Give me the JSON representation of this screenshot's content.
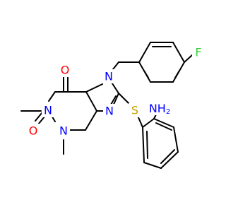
{
  "structure": {
    "atoms": [
      {
        "id": "O1",
        "text": "O",
        "color": "#ff0000"
      },
      {
        "id": "O2",
        "text": "O",
        "color": "#ff0000"
      },
      {
        "id": "N1",
        "text": "N",
        "color": "#0000ff"
      },
      {
        "id": "N3",
        "text": "N",
        "color": "#0000ff"
      },
      {
        "id": "N7",
        "text": "N",
        "color": "#0000ff"
      },
      {
        "id": "N9",
        "text": "N",
        "color": "#0000ff"
      },
      {
        "id": "S",
        "text": "S",
        "color": "#c8a000"
      },
      {
        "id": "NH2",
        "text": "NH",
        "sub": "2",
        "color": "#0000ff"
      },
      {
        "id": "F",
        "text": "F",
        "color": "#33cc33"
      }
    ]
  }
}
